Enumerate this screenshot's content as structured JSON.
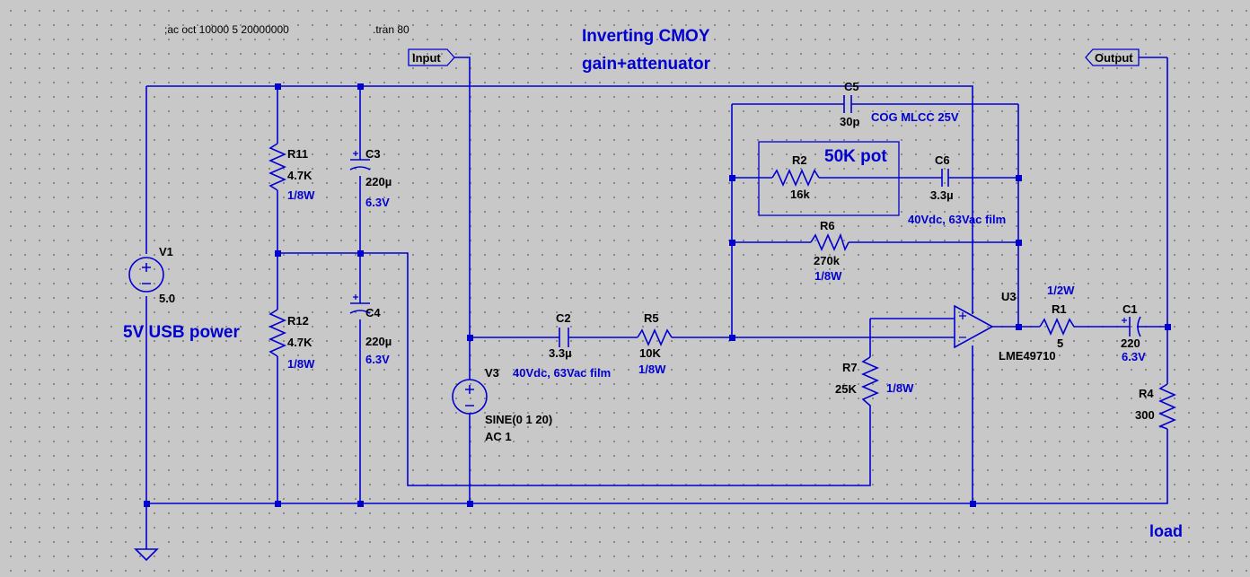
{
  "directives": {
    "ac": ";ac oct 10000 5 20000000",
    "tran": ".tran 80"
  },
  "title": {
    "line1": "Inverting CMOY",
    "line2": "gain+attenuator"
  },
  "ports": {
    "input": "Input",
    "output": "Output"
  },
  "notes": {
    "usb": "5V USB power",
    "pot": "50K pot",
    "load": "load"
  },
  "components": {
    "V1": {
      "ref": "V1",
      "value": "5.0"
    },
    "V3": {
      "ref": "V3",
      "value": "SINE(0 1 20)",
      "ac": "AC 1"
    },
    "R11": {
      "ref": "R11",
      "value": "4.7K",
      "power": "1/8W"
    },
    "R12": {
      "ref": "R12",
      "value": "4.7K",
      "power": "1/8W"
    },
    "C3": {
      "ref": "C3",
      "value": "220µ",
      "rating": "6.3V"
    },
    "C4": {
      "ref": "C4",
      "value": "220µ",
      "rating": "6.3V"
    },
    "C2": {
      "ref": "C2",
      "value": "3.3µ",
      "rating": "40Vdc, 63Vac film"
    },
    "R5": {
      "ref": "R5",
      "value": "10K",
      "power": "1/8W"
    },
    "C5": {
      "ref": "C5",
      "value": "30p",
      "rating": "COG MLCC 25V"
    },
    "R2": {
      "ref": "R2",
      "value": "16k"
    },
    "C6": {
      "ref": "C6",
      "value": "3.3µ",
      "rating": "40Vdc, 63Vac film"
    },
    "R6": {
      "ref": "R6",
      "value": "270k",
      "power": "1/8W"
    },
    "R7": {
      "ref": "R7",
      "value": "25K",
      "power": "1/8W"
    },
    "U3": {
      "ref": "U3",
      "value": "LME49710"
    },
    "R1": {
      "ref": "R1",
      "value": "5",
      "power": "1/2W"
    },
    "C1": {
      "ref": "C1",
      "value": "220",
      "rating": "6.3V"
    },
    "R4": {
      "ref": "R4",
      "value": "300"
    }
  },
  "colors": {
    "wire": "#0000d0",
    "background": "#c8c8c8",
    "grid_dot": "#7a7a7a",
    "label": "#000000"
  }
}
